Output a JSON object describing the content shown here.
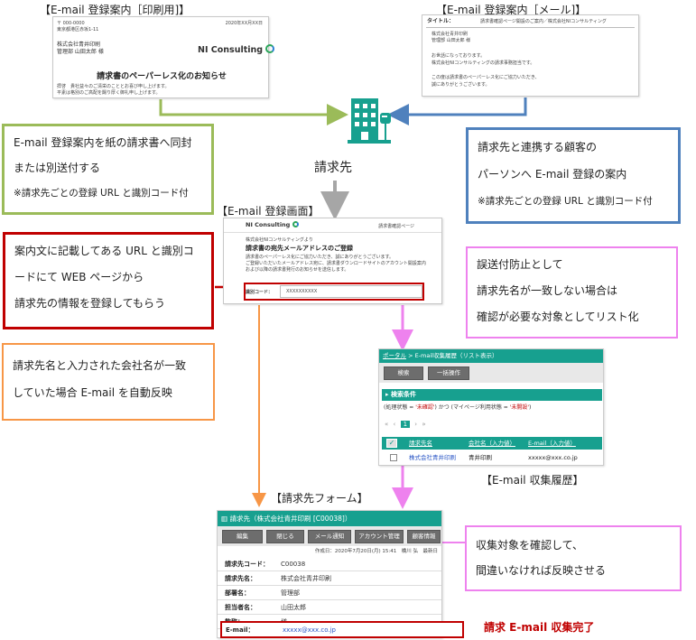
{
  "print_doc": {
    "heading": "【E-mail 登録案内［印刷用]】",
    "postal": "〒 000-0000",
    "address": "東京都港区赤坂1-11",
    "date": "2020年XX月XX日",
    "company": "株式会社青井印刷",
    "person": "管理部 山田太郎 様",
    "brand": "NI Consulting",
    "title": "請求書のペーパーレス化のお知らせ",
    "body1": "拝啓　貴社益々のご清栄のこととお喜び申し上げます。",
    "body2": "平素は格別のご高配を賜り厚く御礼申し上げます。"
  },
  "mail_doc": {
    "heading": "【E-mail 登録案内［メール]】",
    "subject_label": "タイトル：",
    "subject": "請求書確認ページ開設のご案内／株式会社NIコンサルティング",
    "line1": "株式会社青井印刷",
    "line2": "管理部 山田太郎 様",
    "line3": "お世話になっております。",
    "line4": "株式会社NIコンサルティングの請求事務担当です。",
    "line5": "この度は請求書のペーパーレス化にご協力いただき、",
    "line6": "誠にありがとうございます。"
  },
  "center": {
    "label": "請求先"
  },
  "green_box": {
    "line1": "E-mail 登録案内を紙の請求書へ同封",
    "line2": "または別送付する",
    "note": "※請求先ごとの登録 URL と識別コード付"
  },
  "blue_box": {
    "line1": "請求先と連携する顧客の",
    "line2": "パーソンへ E-mail 登録の案内",
    "note": "※請求先ごとの登録 URL と識別コード付"
  },
  "reg_screen": {
    "heading": "【E-mail 登録画面】",
    "brand": "NI Consulting",
    "page_name": "請求書確認ページ",
    "from": "株式会社NIコンサルティングより",
    "title": "請求書の宛先メールアドレスのご登録",
    "body1": "請求書のペーパーレス化にご協力いただき、誠にありがとうございます。",
    "body2": "ご登録いただいたメールアドレス宛に、請求書ダウンロードサイトのアカウント開設案内",
    "body3": "および以降の請求書発行のお知らせを送信します。",
    "code_label": "識別コード：",
    "code_value": "XXXXXXXXXX"
  },
  "red_box": {
    "line1": "案内文に記載してある URL と識別コ",
    "line2": "ードにて WEB ページから",
    "line3": "請求先の情報を登録してもらう"
  },
  "pink_box1": {
    "line1": "誤送付防止として",
    "line2": "請求先名が一致しない場合は",
    "line3": "確認が必要な対象としてリスト化"
  },
  "orange_box": {
    "line1": "請求先名と入力された会社名が一致",
    "line2": "していた場合 E-mail を自動反映"
  },
  "history": {
    "breadcrumb_link": "ポータル",
    "breadcrumb_rest": " > E-mail収集履歴（リスト表示）",
    "btn_search": "検索",
    "btn_batch": "一括操作",
    "cond_title": "▸ 検索条件",
    "cond_text_a": "(処理状態 = ",
    "cond_val1": "'未確認'",
    "cond_text_b": ") かつ (マイページ利用状態 = ",
    "cond_val2": "'未開設'",
    "cond_text_c": ")",
    "pager_prev": "«",
    "pager_prev2": "‹",
    "pager_page": "1",
    "pager_next": "›",
    "pager_next2": "»",
    "col1": "請求先名",
    "col2": "会社名（入力値）",
    "col3": "E-mail（入力値）",
    "cell1": "株式会社青井印刷",
    "cell2": "青井印刷",
    "cell3": "xxxxx@xxx.co.jp",
    "caption": "【E-mail 収集履歴】"
  },
  "form": {
    "caption": "【請求先フォーム】",
    "title": "請求先（株式会社青井印刷 [C00038]）",
    "btn_edit": "編集",
    "btn_close": "閉じる",
    "btn_mail": "メール通知",
    "btn_account": "アカウント管理",
    "btn_customer": "顧客情報",
    "meta": "作成日：2020年7月20日(月) 15:41　橋川 弘　最新日",
    "rows": [
      {
        "k": "請求先コード：",
        "v": "C00038"
      },
      {
        "k": "請求先名：",
        "v": "株式会社青井印刷"
      },
      {
        "k": "部署名：",
        "v": "管理部"
      },
      {
        "k": "担当者名：",
        "v": "山田太郎"
      },
      {
        "k": "敬称：",
        "v": "様"
      }
    ],
    "email_label": "E-mail：",
    "email_value": "xxxxx@xxx.co.jp"
  },
  "pink_box2": {
    "line1": "収集対象を確認して、",
    "line2": "間違いなければ反映させる"
  },
  "done_label": "請求 E-mail 収集完了",
  "colors": {
    "green": "#9bbb59",
    "blue": "#4f81bd",
    "red": "#c00000",
    "pink": "#ee82ee",
    "orange": "#f79646",
    "teal": "#17a08f",
    "gray_arrow": "#a6a6a6"
  }
}
